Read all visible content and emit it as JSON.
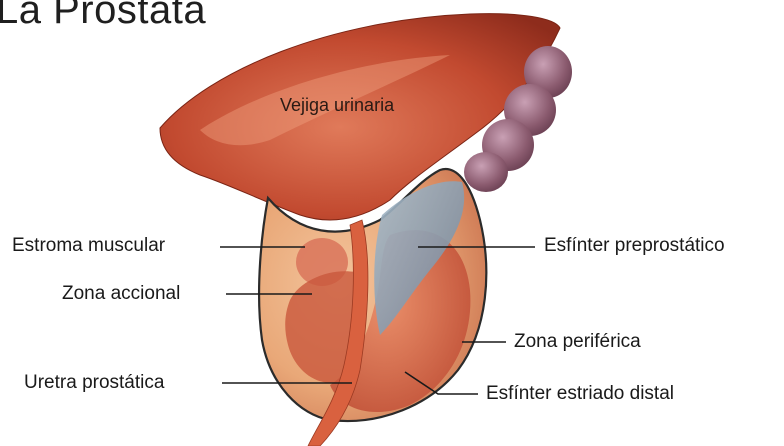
{
  "title": "La Prostata",
  "labels": {
    "vejiga": "Vejiga urinaria",
    "estroma": "Estroma muscular",
    "zona_accional": "Zona accional",
    "uretra": "Uretra prostática",
    "esfinter_pre": "Esfínter preprostático",
    "zona_periferica": "Zona periférica",
    "esfinter_distal": "Esfínter estriado distal"
  },
  "colors": {
    "bladder": "#c8553a",
    "gland_outline": "#2b2b2b",
    "gland_fill": "#e9b28c",
    "seminal_vesicle": "#8a5a6e",
    "urethra": "#d9613f",
    "sphincter_blue": "#7f93a8"
  }
}
